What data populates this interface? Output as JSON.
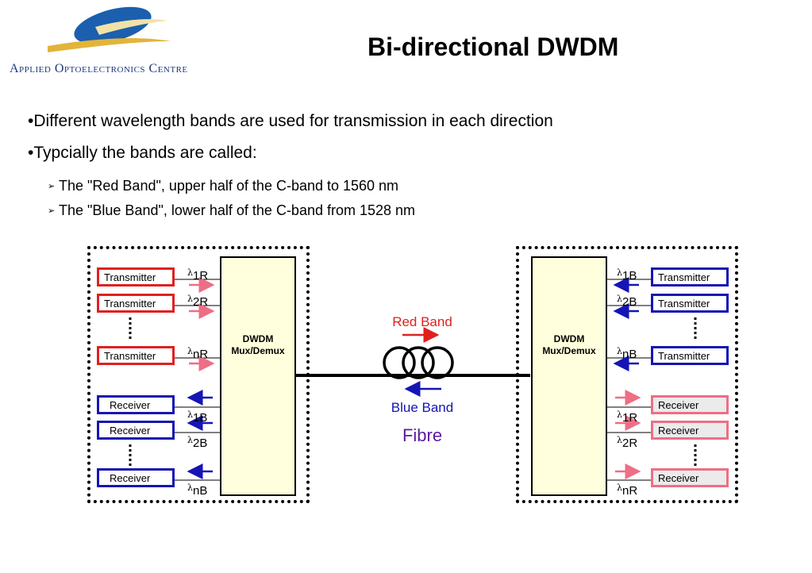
{
  "logo": {
    "text": "Applied Optoelectronics Centre"
  },
  "title": "Bi-directional DWDM",
  "bullets": [
    "•Different wavelength bands are used for transmission in each direction",
    "•Typcially the bands are called:"
  ],
  "sub_bullets": [
    "The \"Red Band\", upper half of the C-band to 1560 nm",
    "The \"Blue Band\", lower half of the C-band from 1528 nm"
  ],
  "sub_bullet_marker": "➢",
  "diagram": {
    "mux_line1": "DWDM",
    "mux_line2": "Mux/Demux",
    "transmitter_label": "Transmitter",
    "receiver_label": "Receiver",
    "lambda_symbol": "λ",
    "left": {
      "tx_channels": [
        "1R",
        "2R",
        "nR"
      ],
      "rx_channels": [
        "1B",
        "2B",
        "nB"
      ]
    },
    "right": {
      "tx_channels": [
        "1B",
        "2B",
        "nB"
      ],
      "rx_channels": [
        "1R",
        "2R",
        "nR"
      ]
    },
    "red_band": "Red Band",
    "blue_band": "Blue Band",
    "fibre": "Fibre",
    "colors": {
      "red": "#e02020",
      "pink": "#ee6e85",
      "blue": "#1515b5",
      "fibre_text": "#5a1aa0",
      "mux_fill": "#ffffdd"
    }
  }
}
